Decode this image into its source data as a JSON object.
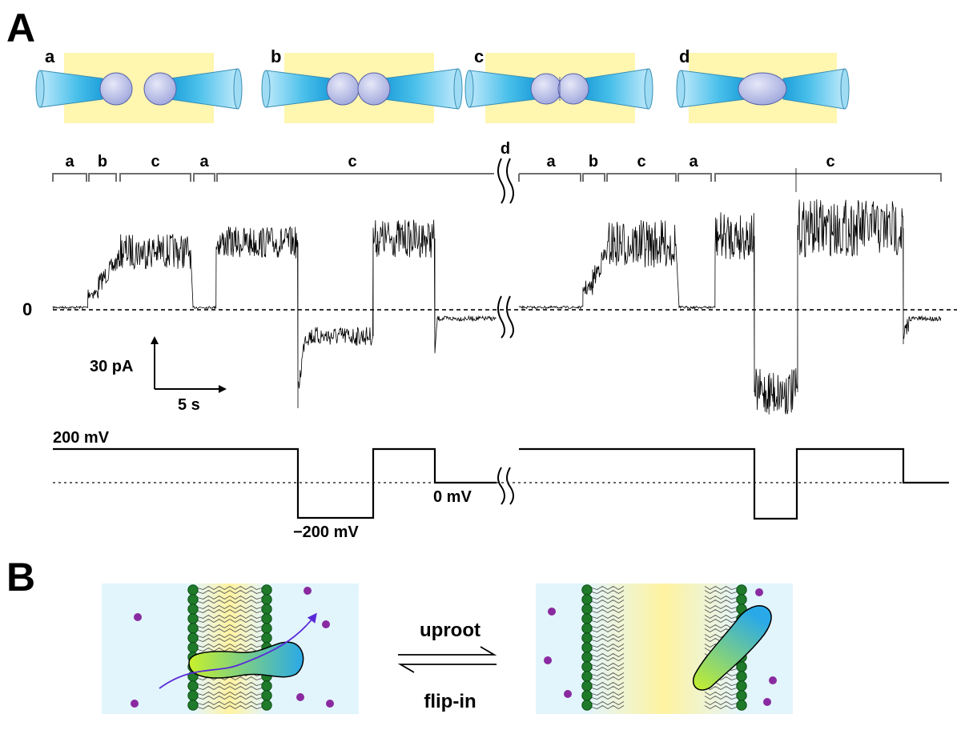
{
  "panels": {
    "A": {
      "label": "A"
    },
    "B": {
      "label": "B"
    }
  },
  "schematic_labels": [
    "a",
    "b",
    "c",
    "d"
  ],
  "segments": {
    "row1": [
      {
        "label": "a"
      },
      {
        "label": "b"
      },
      {
        "label": "c"
      },
      {
        "label": "a"
      },
      {
        "label": "c"
      }
    ],
    "break_label": "d",
    "row2": [
      {
        "label": "a"
      },
      {
        "label": "b"
      },
      {
        "label": "c"
      },
      {
        "label": "a"
      },
      {
        "label": "c"
      }
    ]
  },
  "trace": {
    "zero_label": "0",
    "scale_current": "30 pA",
    "scale_time": "5 s"
  },
  "voltage": {
    "label_high": "200 mV",
    "label_low": "−200 mV",
    "label_zero": "0 mV"
  },
  "panel_b": {
    "arrow_top": "uproot",
    "arrow_bottom": "flip-in"
  },
  "colors": {
    "pipette": "#4fc3ea",
    "droplet": "#b8bee8",
    "chamber": "#fff6b0",
    "bath": "#e2f5fc",
    "lipid_head": "#1f7a2a",
    "ion": "#8a2aa0",
    "peptide_start": "#c8f02a",
    "peptide_end": "#2aa9e8",
    "ion_path": "#5a2ad8"
  }
}
